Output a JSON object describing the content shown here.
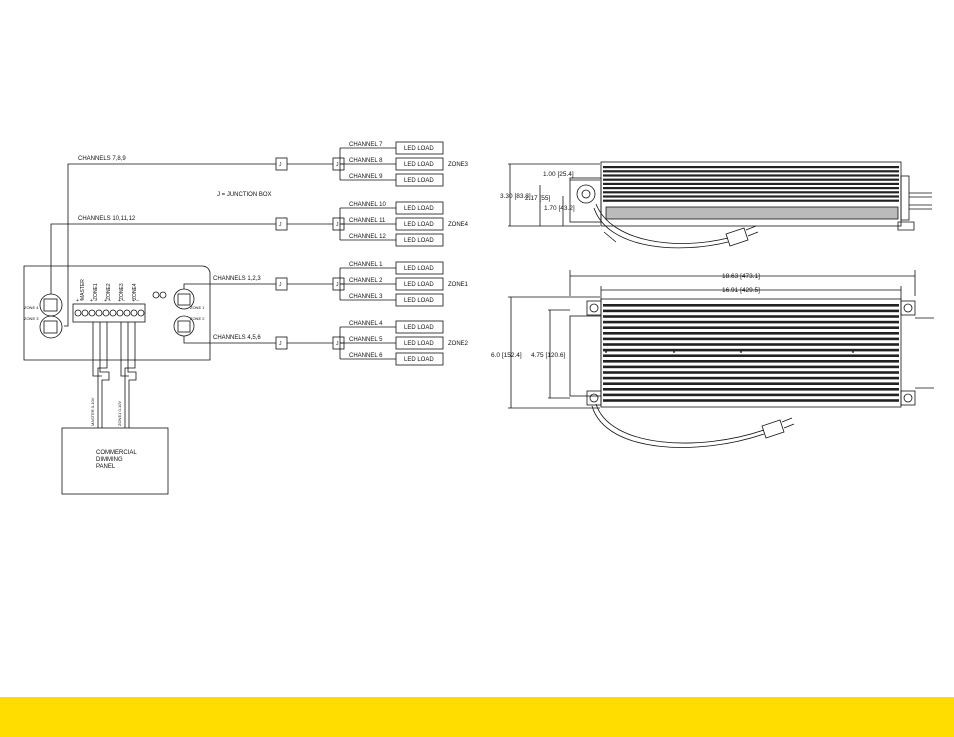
{
  "colors": {
    "line": "#111111",
    "footer": "#ffdd00",
    "background": "#ffffff",
    "fins": "#222222"
  },
  "wiring": {
    "legend": "J = JUNCTION BOX",
    "junction_label": "J",
    "load_label": "LED LOAD",
    "runs": [
      {
        "label": "CHANNELS 7,8,9",
        "zone": "ZONE3",
        "channels": [
          "CHANNEL 7",
          "CHANNEL 8",
          "CHANNEL 9"
        ]
      },
      {
        "label": "CHANNELS 10,11,12",
        "zone": "ZONE4",
        "channels": [
          "CHANNEL 10",
          "CHANNEL 11",
          "CHANNEL 12"
        ]
      },
      {
        "label": "CHANNELS 1,2,3",
        "zone": "ZONE1",
        "channels": [
          "CHANNEL 1",
          "CHANNEL 2",
          "CHANNEL 3"
        ]
      },
      {
        "label": "CHANNELS 4,5,6",
        "zone": "ZONE2",
        "channels": [
          "CHANNEL 4",
          "CHANNEL 5",
          "CHANNEL 6"
        ]
      }
    ],
    "controller": {
      "terminal_labels": [
        "MASTER",
        "ZONE1",
        "ZONE2",
        "ZONE3",
        "ZONE4"
      ],
      "polarity": "+ −",
      "left_zone_labels": [
        "ZONE 4",
        "ZONE 3"
      ],
      "right_zone_labels": [
        "ZONE 1",
        "ZONE 2"
      ]
    },
    "signal_labels": [
      "MASTER 0-10V",
      "ZONE1 0-10V"
    ],
    "panel_text": [
      "COMMERCIAL",
      "DIMMING",
      "PANEL"
    ]
  },
  "side_view": {
    "dimensions": [
      "1.00 [25.4]",
      "3.30 [83.8]",
      "2.17 [55]",
      "1.70 [43.2]"
    ]
  },
  "top_view": {
    "dimensions": [
      "18.63 [473.1]",
      "16.91 [429.5]",
      "6.0 [152.4]",
      "4.75 [120.6]"
    ]
  }
}
